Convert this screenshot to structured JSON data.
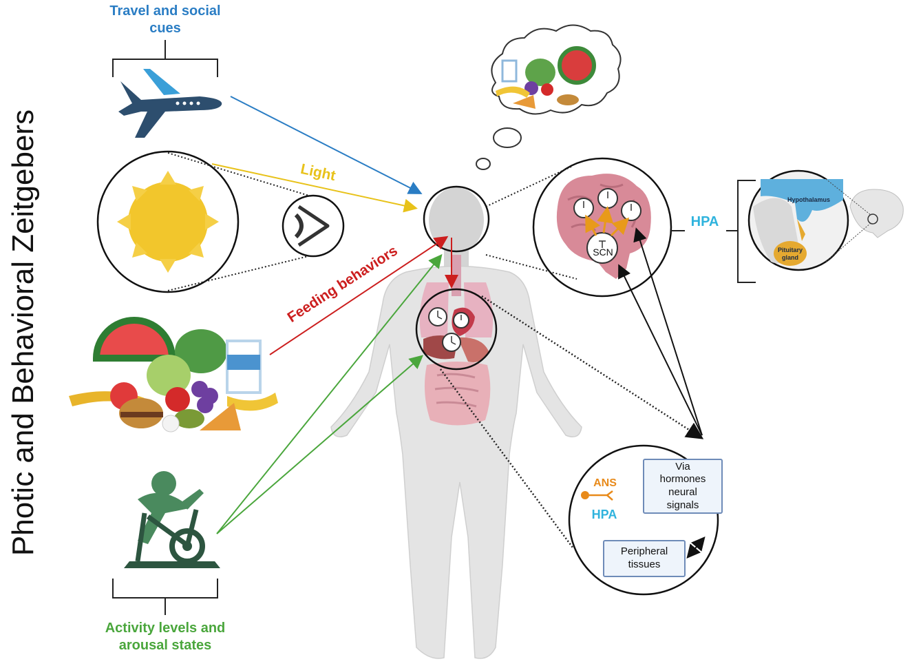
{
  "title": "Photic and Behavioral Zeitgebers",
  "zeitgebers": {
    "travel": "Travel and social cues",
    "light": "Light",
    "feeding": "Feeding behaviors",
    "activity": "Activity levels and arousal states"
  },
  "brain_panel": {
    "scn": "SCN",
    "hpa": "HPA"
  },
  "hypothalamus_panel": {
    "hypothalamus": "Hypothalamus",
    "pituitary": "Pituitary gland"
  },
  "peripheral_panel": {
    "ans": "ANS",
    "hpa": "HPA",
    "via_box": "Via hormones neural signals",
    "tissues_box": "Peripheral tissues"
  },
  "colors": {
    "travel": "#2a7dc4",
    "light": "#e8c21a",
    "feeding": "#cc1e1e",
    "activity": "#4aa63c",
    "hpa": "#2fb3dd",
    "ans": "#e88a1a"
  }
}
